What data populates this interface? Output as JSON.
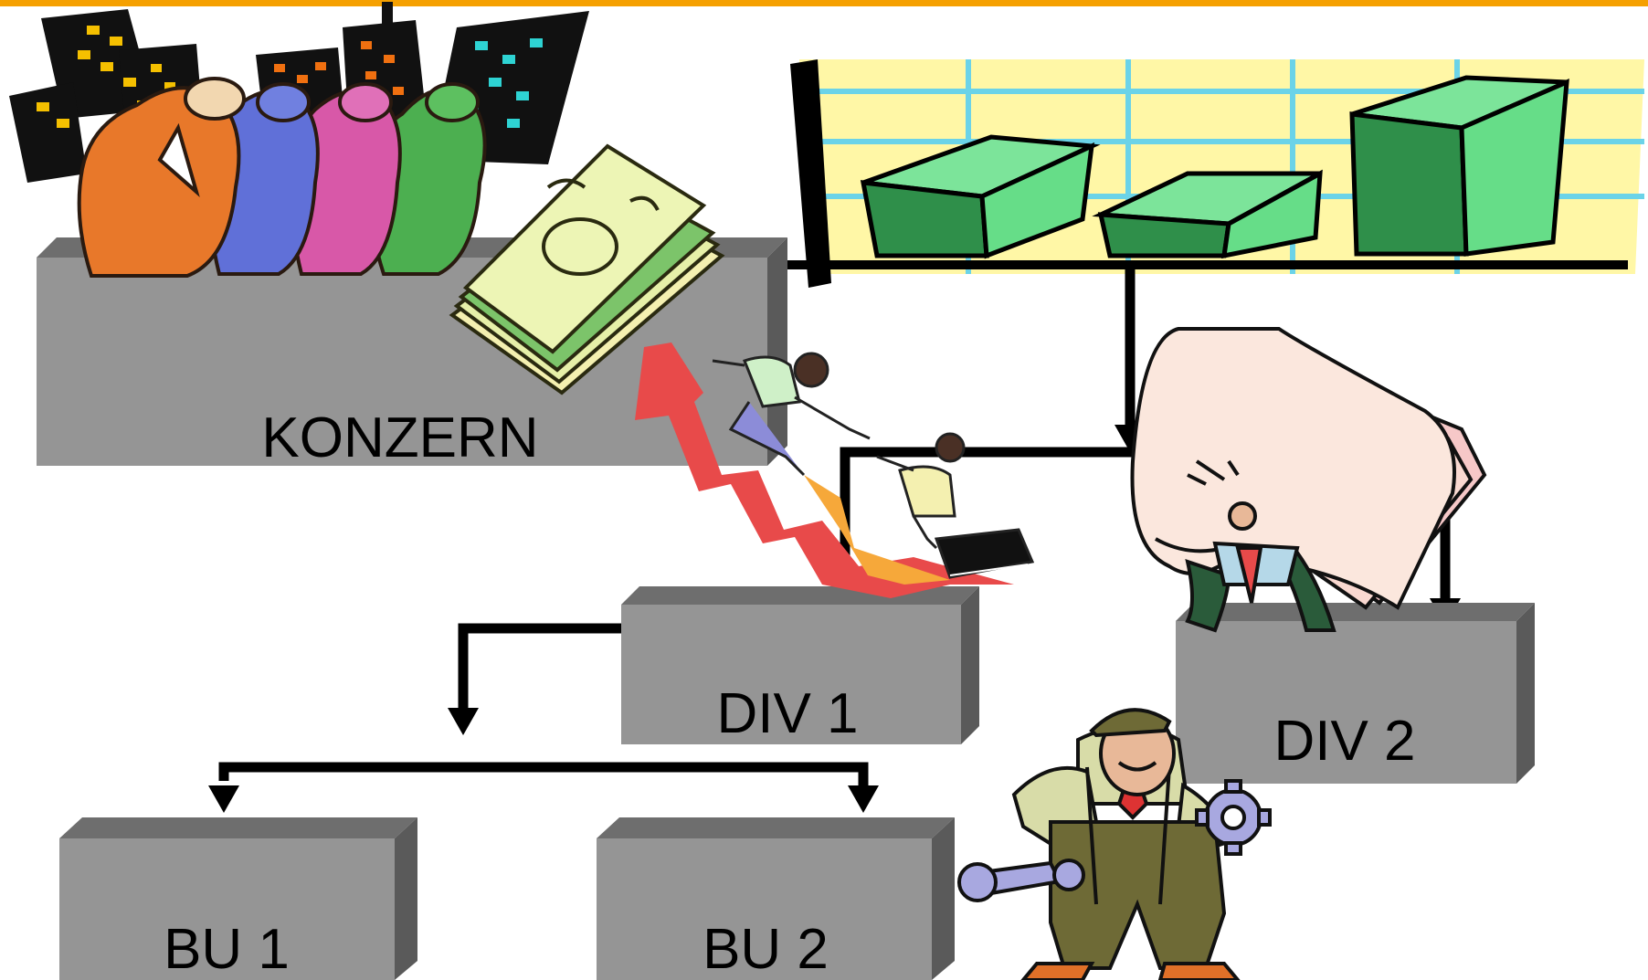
{
  "diagram": {
    "boxes": {
      "konzern": "KONZERN",
      "div1": "DIV 1",
      "div2": "DIV 2",
      "bu1": "BU 1",
      "bu2": "BU 2"
    }
  },
  "colors": {
    "top_accent": "#F5A000",
    "box_front": "#959595",
    "box_top": "#6E6E6E",
    "box_side": "#5A5A5A",
    "connector": "#000000",
    "money_green": "#66DD88",
    "chart_background": "#FFF7A6",
    "chart_grid": "#6BD3E8",
    "folder_pink": "#F9D8D0",
    "growth_arrow": "#E84A4A"
  },
  "illustrations": [
    "city-skyline-icon",
    "business-team-icon",
    "banknote-stack-icon",
    "money-bar-chart-icon",
    "businessmen-climbing-arrow-icon",
    "folder-burden-man-icon",
    "mechanic-with-tools-icon"
  ]
}
